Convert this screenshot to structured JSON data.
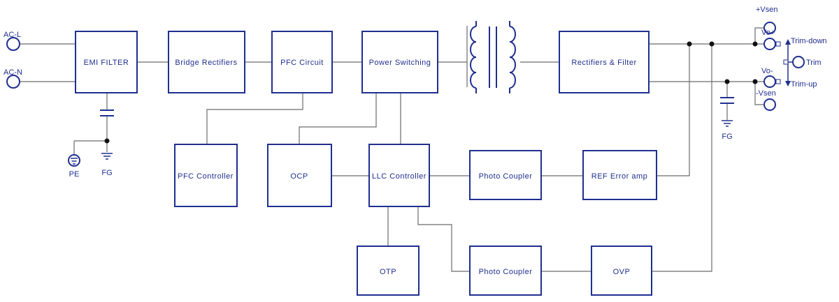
{
  "inputs": {
    "ac_l": "AC-L",
    "ac_n": "AC-N"
  },
  "blocks": {
    "emi_filter": "EMI FILTER",
    "bridge_rectifiers": "Bridge Rectifiers",
    "pfc_circuit": "PFC Circuit",
    "power_switching": "Power Switching",
    "rectifiers_filter": "Rectifiers & Filter",
    "pfc_controller": "PFC Controller",
    "ocp": "OCP",
    "llc_controller": "LLC Controller",
    "photo_coupler_top": "Photo Coupler",
    "ref_error_amp": "REF Error amp",
    "otp": "OTP",
    "photo_coupler_bottom": "Photo Coupler",
    "ovp": "OVP"
  },
  "grounds": {
    "pe": "PE",
    "fg_left": "FG",
    "fg_right": "FG"
  },
  "outputs": {
    "vsen_plus": "+Vsen",
    "vo_plus": "Vo+",
    "vo_minus": "Vo-",
    "vsen_minus": "-Vsen",
    "trim_down": "Trim-down",
    "trim": "Trim",
    "trim_up": "Trim-up"
  }
}
